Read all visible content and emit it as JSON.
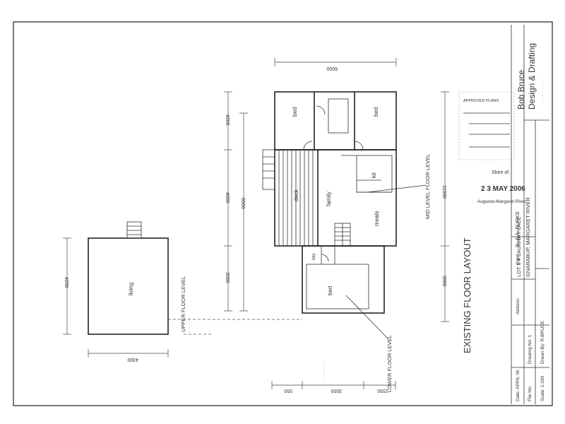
{
  "title_block": {
    "company_line1": "Bob Bruce",
    "company_line2": "Design & Drafting",
    "client_label": "Client:",
    "client": "D. & A. BURKE",
    "address_label": "Address:",
    "address_line1": "LOT 6 4 LAUNNA PLACE",
    "address_line2": "GNARABUP, MARGARET RIVER",
    "date_label": "Date: APRIL 06",
    "drawing_no_label": "Drawing No: 1",
    "file_no_label": "File No:",
    "scale_label": "Scale: 1:100",
    "drawn_by_label": "Drawn By: R.BRUCE",
    "drawing_title": "EXISTING FLOOR LAYOUT"
  },
  "stamp": {
    "approved": "APPROVED PLANS",
    "shire": "Shire of",
    "date": "2 3 MAY 2006",
    "town": "Augusta-Margaret River"
  },
  "rooms": {
    "bed_upper_left": "bed",
    "bed_upper_right": "bed",
    "deck": "deck",
    "kit": "kit",
    "family": "family",
    "meals": "meals",
    "laundry": "ldry",
    "bed_lower": "bed",
    "living": "living"
  },
  "levels": {
    "mid": "MID LEVEL FLOOR LEVEL",
    "upper": "UPPER FLOOR LEVEL",
    "lower": "LOWER FLOOR LEVEL"
  },
  "dimensions": {
    "top_width": "6000",
    "right_total": "11500",
    "right_lower": "5000",
    "left_upper": "4200",
    "left_mid": "4000",
    "left_total": "8500",
    "left_lower": "3500",
    "bottom_a": "550",
    "bottom_b": "3550",
    "bottom_c": "1550",
    "living_height": "4200",
    "living_width": "4300"
  }
}
